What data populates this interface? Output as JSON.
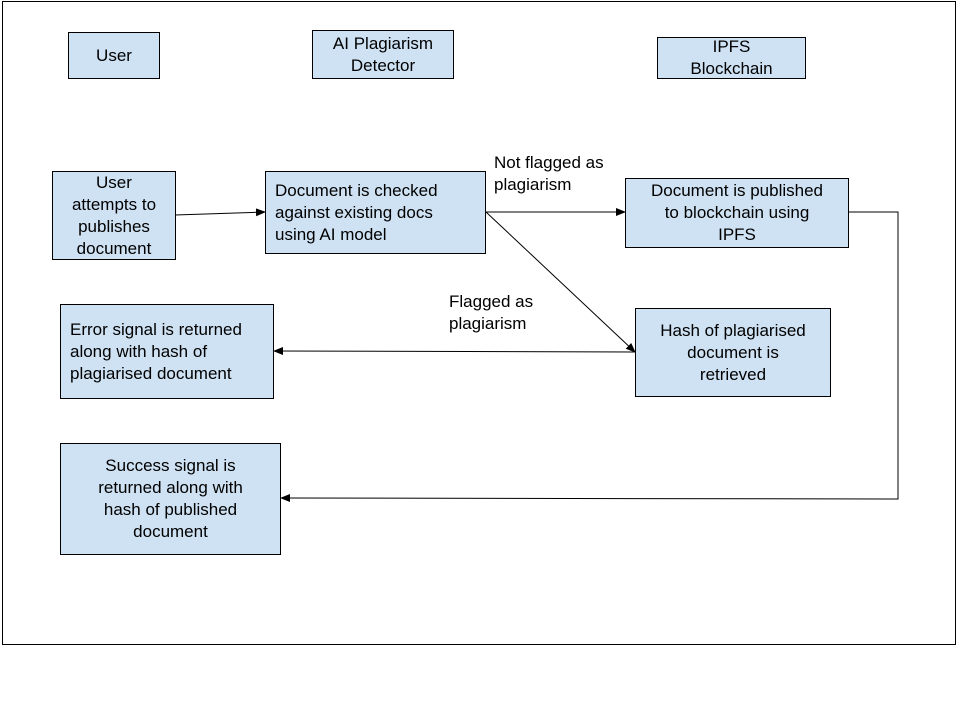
{
  "lanes": {
    "user": "User",
    "detector": "AI Plagiarism\nDetector",
    "blockchain": "IPFS\nBlockchain"
  },
  "steps": {
    "attempt": "User\nattempts to\npublishes\ndocument",
    "check": "Document is checked\nagainst existing docs\nusing AI model",
    "publish": "Document is published\nto blockchain using\nIPFS",
    "hash_retrieved": "Hash of plagiarised\ndocument is\nretrieved",
    "error": "Error signal is returned\nalong with hash of\nplagiarised document",
    "success": "Success signal is\nreturned along with\nhash of published\ndocument"
  },
  "edge_labels": {
    "not_flagged": "Not flagged as\nplagiarism",
    "flagged": "Flagged as\nplagiarism"
  },
  "colors": {
    "box_fill": "#cfe2f3",
    "line": "#000000"
  }
}
